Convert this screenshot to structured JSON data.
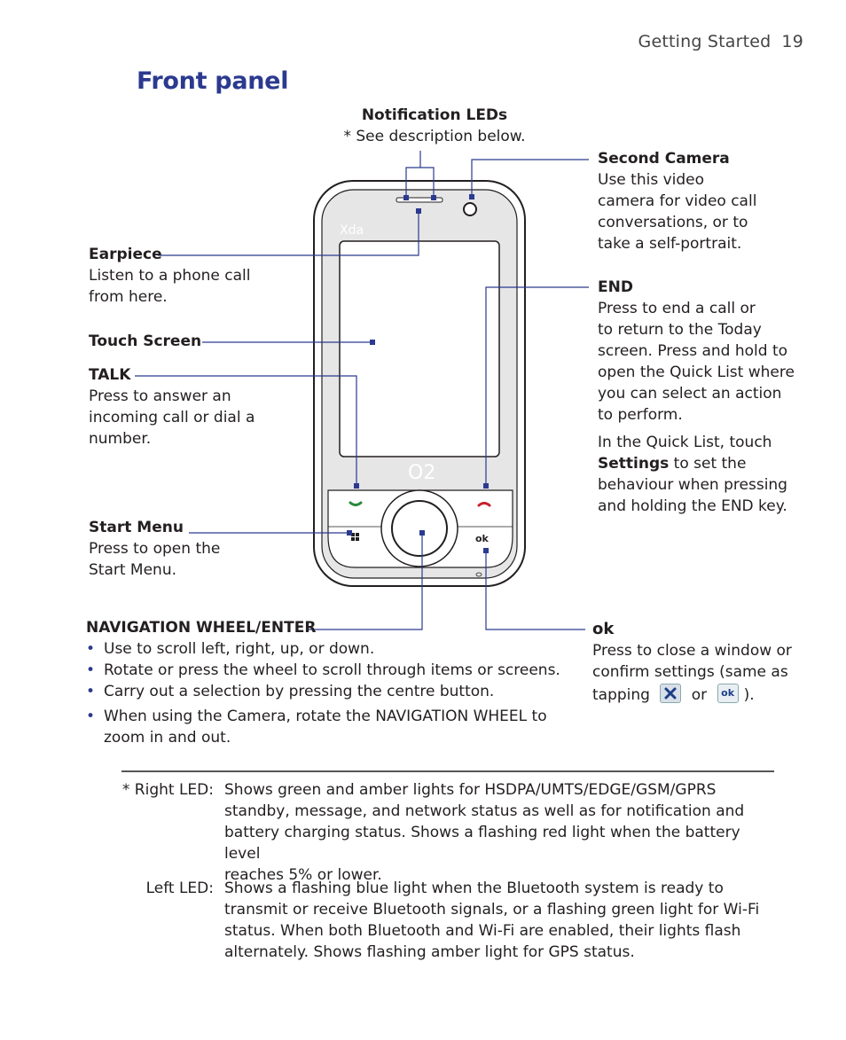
{
  "header": {
    "section": "Getting Started",
    "page": "19"
  },
  "title": "Front panel",
  "device": {
    "brand": "Xda",
    "operator_logo": "O2",
    "ok_key": "ok"
  },
  "callouts": {
    "notification_leds": {
      "title": "Notification LEDs",
      "desc": "* See description below."
    },
    "second_camera": {
      "title": "Second Camera",
      "lines": [
        "Use this video",
        "camera for video call",
        "conversations, or to",
        "take a self-portrait."
      ]
    },
    "earpiece": {
      "title": "Earpiece",
      "lines": [
        "Listen to a phone call",
        "from here."
      ]
    },
    "touch_screen": {
      "title": "Touch Screen"
    },
    "end": {
      "title": "END",
      "lines": [
        "Press to end a call or",
        "to return to the Today",
        "screen. Press and hold to",
        "open the Quick List where",
        "you can select an action",
        "to perform."
      ],
      "para2_pre": "In the Quick List, touch",
      "para2_bold": "Settings",
      "para2_post": " to set the",
      "para2_lines": [
        "behaviour when pressing",
        "and holding the END key."
      ]
    },
    "talk": {
      "title": "TALK",
      "lines": [
        "Press to answer an",
        "incoming call or dial a",
        "number."
      ]
    },
    "start_menu": {
      "title": "Start Menu",
      "lines": [
        "Press to open the",
        "Start Menu."
      ]
    },
    "nav_wheel": {
      "title": "NAVIGATION WHEEL/ENTER",
      "bullets": [
        "Use to scroll left, right, up, or down.",
        "Rotate or press the wheel to scroll through items or screens.",
        "Carry out a selection by pressing the centre button.",
        "When using the Camera, rotate the NAVIGATION WHEEL to"
      ],
      "bullet4_cont": "zoom in and out."
    },
    "ok": {
      "title": "ok",
      "lines": [
        "Press to close a window or",
        "confirm settings (same as"
      ],
      "tap_pre": "tapping",
      "tap_or": "or",
      "tap_post": ").",
      "ok_icon": "ok"
    }
  },
  "notes": [
    {
      "label": "* Right LED:",
      "lines": [
        "Shows green and amber lights for HSDPA/UMTS/EDGE/GSM/GPRS",
        "standby, message, and network status as well as for notification and",
        "battery charging status. Shows a flashing red light when the battery level",
        "reaches 5% or lower."
      ]
    },
    {
      "label": "Left LED:",
      "lines": [
        "Shows a flashing blue light when the Bluetooth system is ready to",
        "transmit or receive Bluetooth signals, or a flashing green light for Wi-Fi",
        "status. When both Bluetooth and Wi-Fi are enabled, their lights flash",
        "alternately. Shows flashing amber light for GPS status."
      ]
    }
  ],
  "colors": {
    "accent": "#2b3a8f",
    "leader": "#2b3a8f"
  }
}
